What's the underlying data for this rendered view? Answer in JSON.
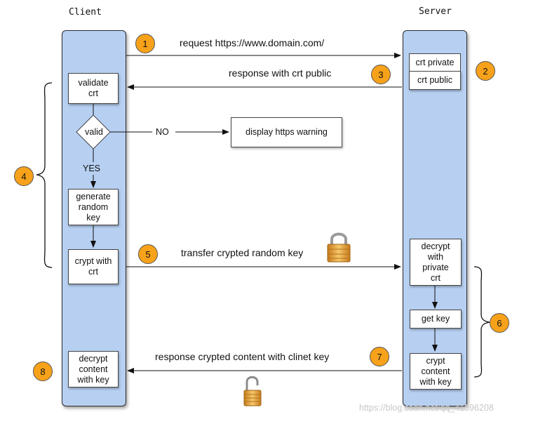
{
  "lanes": {
    "client": "Client",
    "server": "Server"
  },
  "steps": [
    "1",
    "2",
    "3",
    "4",
    "5",
    "6",
    "7",
    "8"
  ],
  "messages": {
    "request": "request https://www.domain.com/",
    "response_crt": "response with crt public",
    "transfer_key": "transfer crypted random key",
    "response_content": "response crypted content with clinet key"
  },
  "client_boxes": {
    "validate": "validate\ncrt",
    "decision": "valid",
    "generate": "generate\nrandom\nkey",
    "crypt": "crypt with\ncrt",
    "decrypt_content": "decrypt\ncontent\nwith key"
  },
  "server_boxes": {
    "crt_private": "crt private",
    "crt_public": "crt public",
    "decrypt_private": "decrypt\nwith\nprivate\ncrt",
    "get_key": "get key",
    "crypt_content": "crypt\ncontent\nwith key"
  },
  "branch": {
    "no": "NO",
    "yes": "YES",
    "warning": "display https warning"
  },
  "icons": [
    "padlock-closed-icon",
    "padlock-open-icon"
  ],
  "colors": {
    "lane_fill": "#b7d0f2",
    "badge_fill": "#f7a21a",
    "padlock": "#e8a23a"
  },
  "watermark": "https://blog.csdn.net/qq_41596208"
}
